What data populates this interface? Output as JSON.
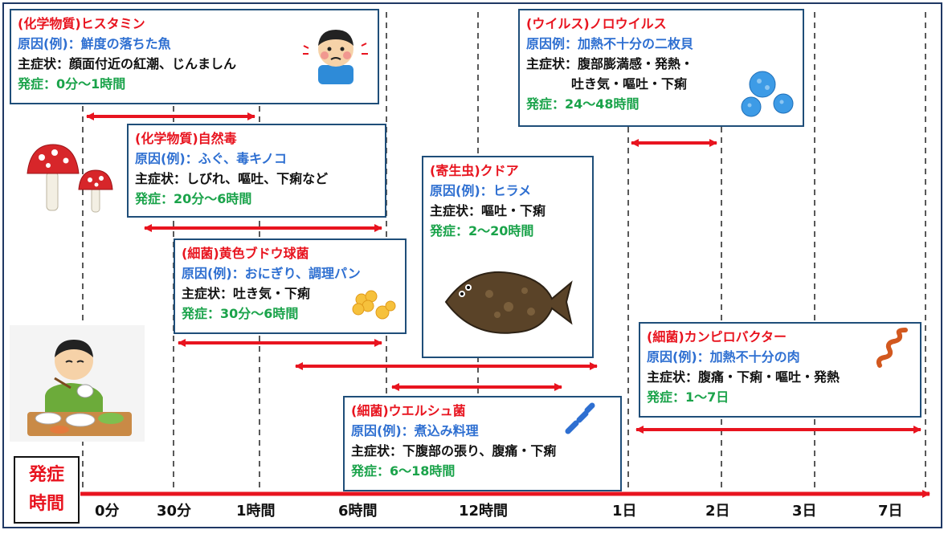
{
  "timeline": {
    "label_line1": "発症",
    "label_line2": "時間",
    "ticks": [
      "0分",
      "30分",
      "1時間",
      "6時間",
      "12時間",
      "1日",
      "2日",
      "3日",
      "7日"
    ]
  },
  "colors": {
    "title": "#e8141f",
    "cause": "#2e6fd1",
    "onset": "#1aa34a",
    "border": "#1f4e79",
    "arrow": "#e8141f"
  },
  "cards": [
    {
      "title": "(化学物質)ヒスタミン",
      "cause": "原因(例)：鮮度の落ちた魚",
      "symptom": "主症状：顔面付近の紅潮、じんましん",
      "onset": "発症：0分～1時間",
      "icon": "person-allergy-icon"
    },
    {
      "title": "(化学物質)自然毒",
      "cause": "原因(例)：ふぐ、毒キノコ",
      "symptom": "主症状：しびれ、嘔吐、下痢など",
      "onset": "発症：20分～6時間",
      "icon": "mushroom-icon"
    },
    {
      "title": "(細菌)黄色ブドウ球菌",
      "cause": "原因(例)：おにぎり、調理パン",
      "symptom": "主症状：吐き気・下痢",
      "onset": "発症：30分～6時間",
      "icon": "staph-bacteria-icon"
    },
    {
      "title": "(寄生虫)クドア",
      "cause": "原因(例)：ヒラメ",
      "symptom": "主症状：嘔吐・下痢",
      "onset": "発症：2～20時間",
      "icon": "flounder-icon"
    },
    {
      "title": "(ウイルス)ノロウイルス",
      "cause": "原因例：加熱不十分の二枚貝",
      "symptom": "主症状：腹部膨満感・発熱・",
      "symptom2": "吐き気・嘔吐・下痢",
      "onset": "発症：24～48時間",
      "icon": "virus-icon"
    },
    {
      "title": "(細菌)カンピロバクター",
      "cause": "原因(例)：加熱不十分の肉",
      "symptom": "主症状：腹痛・下痢・嘔吐・発熱",
      "onset": "発症：1～7日",
      "icon": "spiral-bacteria-icon"
    },
    {
      "title": "(細菌)ウエルシュ菌",
      "cause": "原因(例)：煮込み料理",
      "symptom": "主症状：下腹部の張り、腹痛・下痢",
      "onset": "発症：6～18時間",
      "icon": "rod-bacteria-icon"
    }
  ],
  "illustrations": [
    "mushroom-icon",
    "person-eating-icon"
  ]
}
